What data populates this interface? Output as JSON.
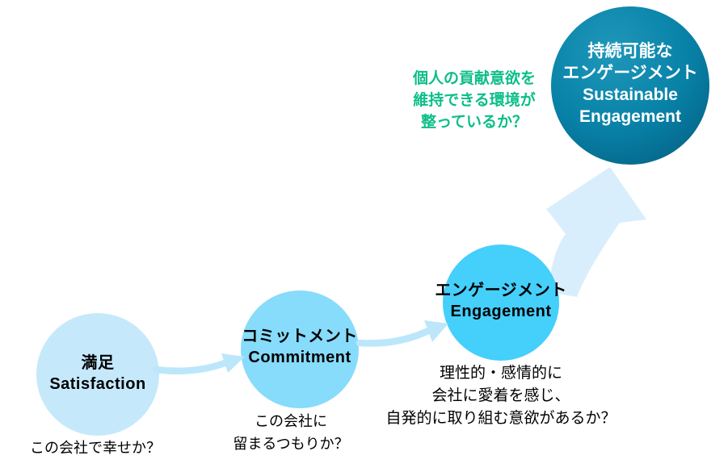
{
  "diagram": {
    "background_color": "#FFFFFF",
    "stages": [
      {
        "id": "satisfaction",
        "label_ja": "満足",
        "label_en": "Satisfaction",
        "caption_lines": [
          "この会社で幸せか？"
        ],
        "circle_color": "#C5E9FB",
        "label_color": "#000000"
      },
      {
        "id": "commitment",
        "label_ja": "コミットメント",
        "label_en": "Commitment",
        "caption_lines": [
          "この会社に",
          "留まるつもりか？"
        ],
        "circle_color": "#87DBFB",
        "label_color": "#000000"
      },
      {
        "id": "engagement",
        "label_ja": "エンゲージメント",
        "label_en": "Engagement",
        "caption_lines": [
          "理性的・感情的に",
          "会社に愛着を感じ、",
          "自発的に取り組む意欲があるか？"
        ],
        "circle_color": "#45CFFB",
        "label_color": "#000000"
      },
      {
        "id": "sustainable-engagement",
        "label_lines": [
          "持続可能な",
          "エンゲージメント",
          "Sustainable",
          "Engagement"
        ],
        "circle_color": "#0881A7",
        "label_color": "#FFFFFF"
      }
    ],
    "annotation": {
      "lines": [
        "個人の貢献意欲を",
        "維持できる環境が",
        "整っているか？"
      ],
      "color": "#0CBE88"
    },
    "arrows": {
      "small_color": "#BCE7FB",
      "large_color": "#D9EEFC"
    }
  }
}
